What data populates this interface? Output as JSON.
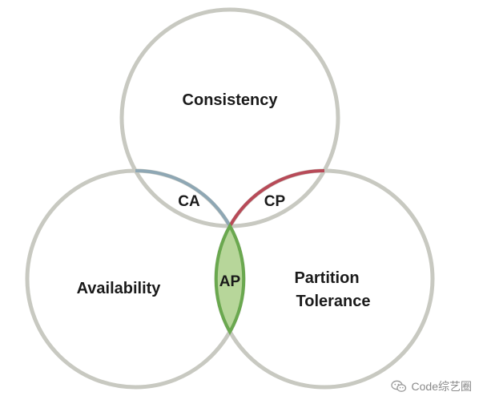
{
  "sets": {
    "consistency": "Consistency",
    "availability": "Availability",
    "partition_line1": "Partition",
    "partition_line2": "Tolerance"
  },
  "intersections": {
    "ca": "CA",
    "cp": "CP",
    "ap": "AP"
  },
  "colors": {
    "circle_stroke": "#c8c9c1",
    "ca_fill": "#b9ccd6",
    "ca_stroke": "#8ea7b4",
    "cp_fill": "#dca3a9",
    "cp_stroke": "#b84a58",
    "ap_fill": "#b7d69a",
    "ap_stroke": "#6aa84f"
  },
  "watermark": {
    "text": "Code综艺圈",
    "icon": "wechat-icon"
  }
}
